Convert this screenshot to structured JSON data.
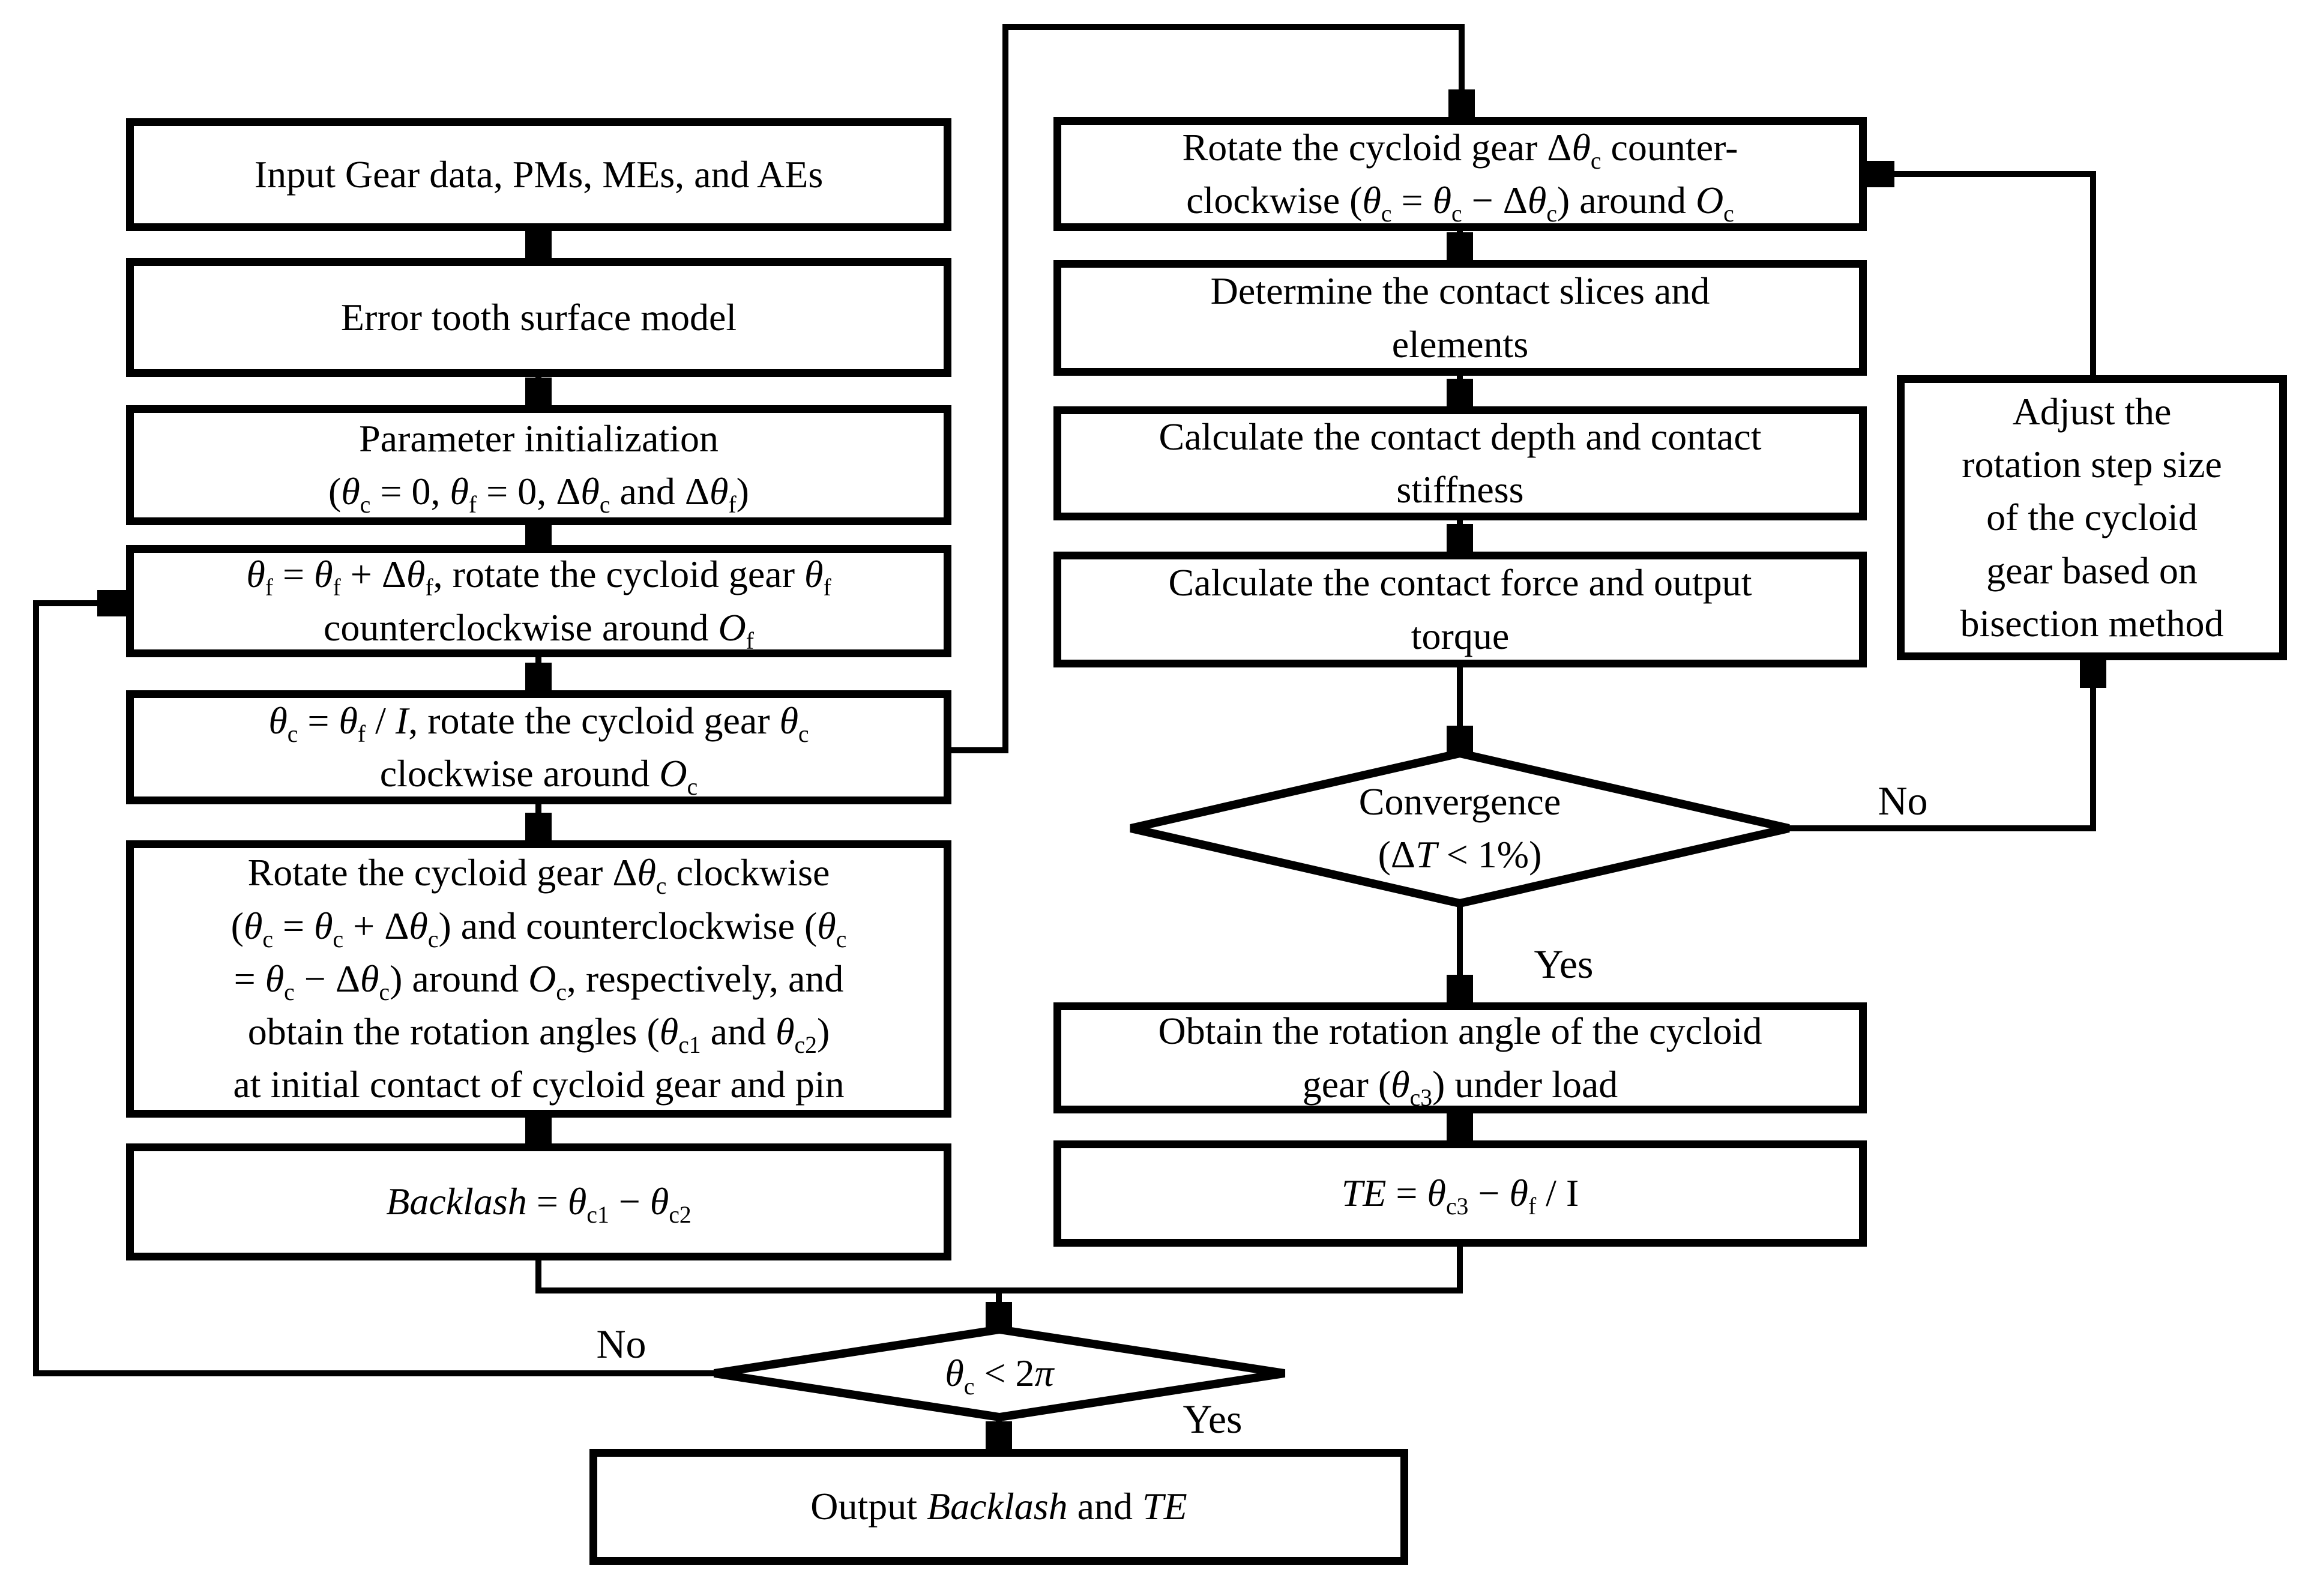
{
  "flowchart": {
    "nodes": {
      "input": {
        "lines": [
          [
            {
              "t": "Input Gear data, PMs, MEs, and AEs"
            }
          ]
        ]
      },
      "error_model": {
        "lines": [
          [
            {
              "t": "Error tooth surface model"
            }
          ]
        ]
      },
      "param_init": {
        "lines": [
          [
            {
              "t": "Parameter initialization"
            }
          ],
          [
            {
              "t": "("
            },
            {
              "t": "θ",
              "i": true
            },
            {
              "t": "c",
              "sub": true
            },
            {
              "t": " = 0, "
            },
            {
              "t": "θ",
              "i": true
            },
            {
              "t": "f",
              "sub": true
            },
            {
              "t": " = 0, Δ"
            },
            {
              "t": "θ",
              "i": true
            },
            {
              "t": "c",
              "sub": true
            },
            {
              "t": " and Δ"
            },
            {
              "t": "θ",
              "i": true
            },
            {
              "t": "f",
              "sub": true
            },
            {
              "t": ")"
            }
          ]
        ]
      },
      "rotate_f": {
        "lines": [
          [
            {
              "t": "θ",
              "i": true
            },
            {
              "t": "f",
              "sub": true
            },
            {
              "t": " = "
            },
            {
              "t": "θ",
              "i": true
            },
            {
              "t": "f",
              "sub": true
            },
            {
              "t": " + Δ"
            },
            {
              "t": "θ",
              "i": true
            },
            {
              "t": "f",
              "sub": true
            },
            {
              "t": ", rotate the cycloid gear "
            },
            {
              "t": "θ",
              "i": true
            },
            {
              "t": "f",
              "sub": true
            }
          ],
          [
            {
              "t": "counterclockwise around "
            },
            {
              "t": "O",
              "i": true
            },
            {
              "t": "f",
              "sub": true
            }
          ]
        ]
      },
      "rotate_c": {
        "lines": [
          [
            {
              "t": "θ",
              "i": true
            },
            {
              "t": "c",
              "sub": true
            },
            {
              "t": " = "
            },
            {
              "t": "θ",
              "i": true
            },
            {
              "t": "f",
              "sub": true
            },
            {
              "t": " / "
            },
            {
              "t": "I",
              "i": true
            },
            {
              "t": ", rotate the cycloid gear "
            },
            {
              "t": "θ",
              "i": true
            },
            {
              "t": "c",
              "sub": true
            }
          ],
          [
            {
              "t": "clockwise around "
            },
            {
              "t": "O",
              "i": true
            },
            {
              "t": "c",
              "sub": true
            }
          ]
        ]
      },
      "initial_contact": {
        "lines": [
          [
            {
              "t": "Rotate the cycloid gear Δ"
            },
            {
              "t": "θ",
              "i": true
            },
            {
              "t": "c",
              "sub": true
            },
            {
              "t": " clockwise"
            }
          ],
          [
            {
              "t": "("
            },
            {
              "t": "θ",
              "i": true
            },
            {
              "t": "c",
              "sub": true
            },
            {
              "t": " = "
            },
            {
              "t": "θ",
              "i": true
            },
            {
              "t": "c",
              "sub": true
            },
            {
              "t": " + Δ"
            },
            {
              "t": "θ",
              "i": true
            },
            {
              "t": "c",
              "sub": true
            },
            {
              "t": ") and counterclockwise ("
            },
            {
              "t": "θ",
              "i": true
            },
            {
              "t": "c",
              "sub": true
            }
          ],
          [
            {
              "t": "= "
            },
            {
              "t": "θ",
              "i": true
            },
            {
              "t": "c",
              "sub": true
            },
            {
              "t": " − Δ"
            },
            {
              "t": "θ",
              "i": true
            },
            {
              "t": "c",
              "sub": true
            },
            {
              "t": ") around "
            },
            {
              "t": "O",
              "i": true
            },
            {
              "t": "c",
              "sub": true
            },
            {
              "t": ", respectively, and"
            }
          ],
          [
            {
              "t": "obtain the rotation angles ("
            },
            {
              "t": "θ",
              "i": true
            },
            {
              "t": "c1",
              "sub": true
            },
            {
              "t": " and "
            },
            {
              "t": "θ",
              "i": true
            },
            {
              "t": "c2",
              "sub": true
            },
            {
              "t": ")"
            }
          ],
          [
            {
              "t": "at initial contact of cycloid gear and pin"
            }
          ]
        ]
      },
      "backlash": {
        "lines": [
          [
            {
              "t": "Backlash",
              "i": true
            },
            {
              "t": " = "
            },
            {
              "t": "θ",
              "i": true
            },
            {
              "t": "c1",
              "sub": true
            },
            {
              "t": " − "
            },
            {
              "t": "θ",
              "i": true
            },
            {
              "t": "c2",
              "sub": true
            }
          ]
        ]
      },
      "rotate_ccw": {
        "lines": [
          [
            {
              "t": "Rotate the cycloid gear Δ"
            },
            {
              "t": "θ",
              "i": true
            },
            {
              "t": "c",
              "sub": true
            },
            {
              "t": " counter-"
            }
          ],
          [
            {
              "t": "clockwise ("
            },
            {
              "t": "θ",
              "i": true
            },
            {
              "t": "c",
              "sub": true
            },
            {
              "t": " = "
            },
            {
              "t": "θ",
              "i": true
            },
            {
              "t": "c",
              "sub": true
            },
            {
              "t": " − Δ"
            },
            {
              "t": "θ",
              "i": true
            },
            {
              "t": "c",
              "sub": true
            },
            {
              "t": ") around "
            },
            {
              "t": "O",
              "i": true
            },
            {
              "t": "c",
              "sub": true
            }
          ]
        ]
      },
      "contact_slices": {
        "lines": [
          [
            {
              "t": "Determine the contact slices and"
            }
          ],
          [
            {
              "t": "elements"
            }
          ]
        ]
      },
      "contact_depth": {
        "lines": [
          [
            {
              "t": "Calculate the contact depth and contact"
            }
          ],
          [
            {
              "t": "stiffness"
            }
          ]
        ]
      },
      "contact_force": {
        "lines": [
          [
            {
              "t": "Calculate the contact force and output"
            }
          ],
          [
            {
              "t": "torque"
            }
          ]
        ]
      },
      "convergence": {
        "lines": [
          [
            {
              "t": "Convergence"
            }
          ],
          [
            {
              "t": "(Δ"
            },
            {
              "t": "T",
              "i": true
            },
            {
              "t": " < 1%)"
            }
          ]
        ]
      },
      "obtain_angle": {
        "lines": [
          [
            {
              "t": "Obtain the rotation angle of the cycloid"
            }
          ],
          [
            {
              "t": "gear ("
            },
            {
              "t": "θ",
              "i": true
            },
            {
              "t": "c3",
              "sub": true
            },
            {
              "t": ") under load"
            }
          ]
        ]
      },
      "te": {
        "lines": [
          [
            {
              "t": "TE",
              "i": true
            },
            {
              "t": " = "
            },
            {
              "t": "θ",
              "i": true
            },
            {
              "t": "c3",
              "sub": true
            },
            {
              "t": " − "
            },
            {
              "t": "θ",
              "i": true
            },
            {
              "t": "f",
              "sub": true
            },
            {
              "t": " / I"
            }
          ]
        ]
      },
      "adjust": {
        "lines": [
          [
            {
              "t": "Adjust the"
            }
          ],
          [
            {
              "t": "rotation step size"
            }
          ],
          [
            {
              "t": "of the cycloid"
            }
          ],
          [
            {
              "t": "gear based on"
            }
          ],
          [
            {
              "t": "bisection method"
            }
          ]
        ]
      },
      "theta_check": {
        "lines": [
          [
            {
              "t": "θ",
              "i": true
            },
            {
              "t": "c",
              "sub": true
            },
            {
              "t": " < 2"
            },
            {
              "t": "π",
              "i": true
            }
          ]
        ]
      },
      "output": {
        "lines": [
          [
            {
              "t": "Output "
            },
            {
              "t": "Backlash",
              "i": true
            },
            {
              "t": " and "
            },
            {
              "t": "TE",
              "i": true
            }
          ]
        ]
      }
    },
    "labels": {
      "convergence_no": "No",
      "convergence_yes": "Yes",
      "loop_no": "No",
      "loop_yes": "Yes"
    }
  }
}
